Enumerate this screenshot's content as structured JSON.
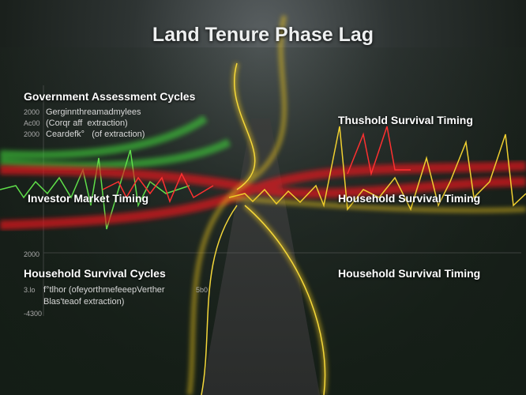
{
  "title": "Land Tenure Phase Lag",
  "panels": {
    "gov": {
      "label": "Government Assessment Cycles",
      "lines": [
        "Gerginnthreamadmylees",
        "(Corqr aff  extraction)",
        "Ceardefk°   (of extraction)"
      ],
      "ticks": [
        "2000",
        "Ac00",
        "2000"
      ]
    },
    "investor": {
      "label": "Investor Market Timing"
    },
    "household_cycles": {
      "label": "Household Survival Cycles",
      "lines": [
        "f°tlhor (ofeyorthmefeeepVerther",
        "Blas'teaof extraction)"
      ],
      "ticks": [
        "2000",
        "3.lo",
        "-4300",
        "5b0"
      ]
    },
    "right_top": {
      "label": "Thushold Survival Timing"
    },
    "right_mid": {
      "label": "Household Survival Timing"
    },
    "right_bot": {
      "label": "Household Survival Timing"
    }
  },
  "colors": {
    "green": "#3fd13a",
    "red": "#e3141a",
    "yellow": "#e8c21a"
  }
}
